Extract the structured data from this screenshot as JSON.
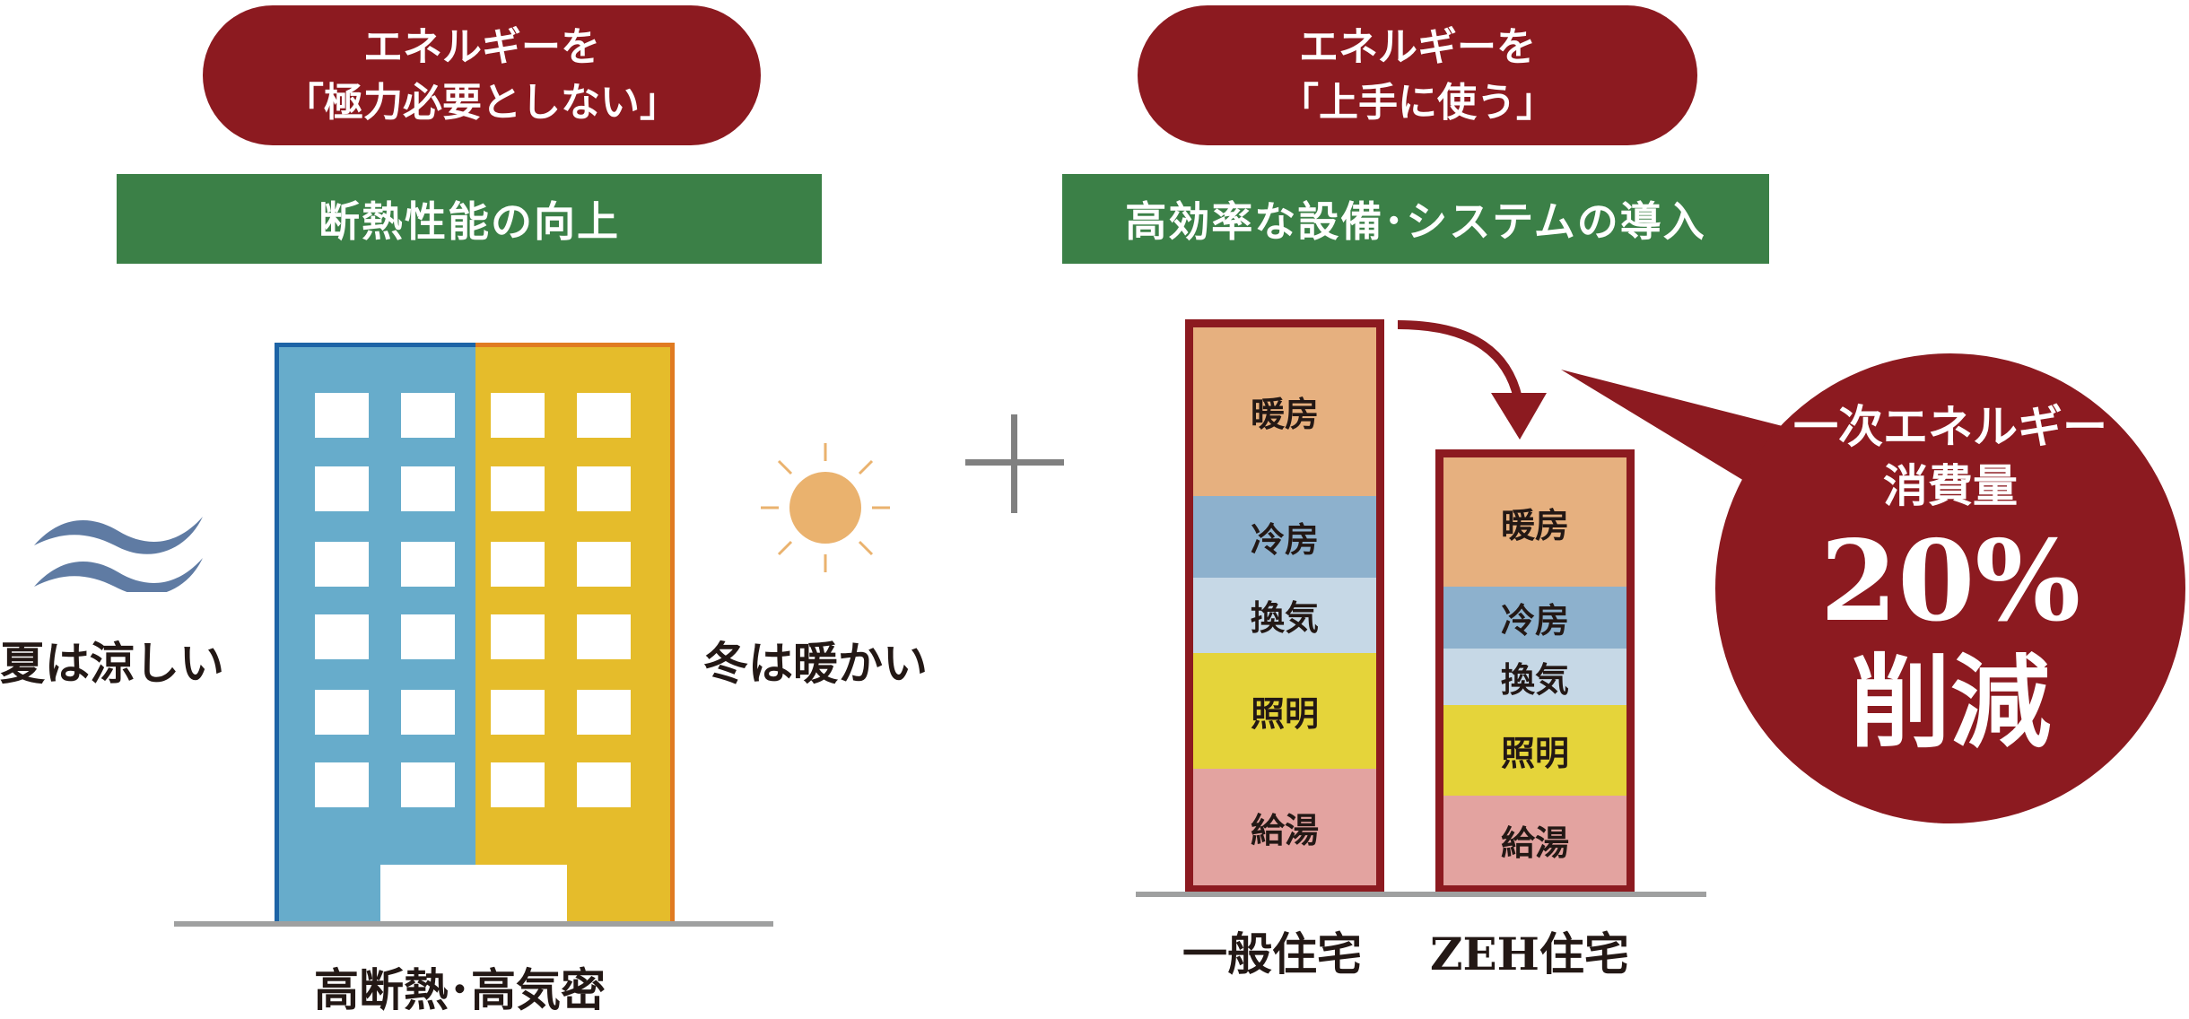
{
  "left": {
    "pill_line1": "エネルギーを",
    "pill_line2": "「極力必要としない」",
    "green_label": "断熱性能の向上",
    "summer_label": "夏は涼しい",
    "winter_label": "冬は暖かい",
    "building_caption": "高断熱･高気密"
  },
  "right": {
    "pill_line1": "エネルギーを",
    "pill_line2": "「上手に使う」",
    "green_label": "高効率な設備･システムの導入",
    "bars": [
      {
        "label": "一般住宅",
        "segments": [
          {
            "name": "暖房",
            "value": 29,
            "color": "#e6b07f"
          },
          {
            "name": "冷房",
            "value": 14,
            "color": "#8db1cd"
          },
          {
            "name": "換気",
            "value": 13,
            "color": "#c6d8e6"
          },
          {
            "name": "照明",
            "value": 20,
            "color": "#e5d43a"
          },
          {
            "name": "給湯",
            "value": 20,
            "color": "#e3a3a0"
          }
        ]
      },
      {
        "label": "ZEH住宅",
        "segments": [
          {
            "name": "暖房",
            "value": 23,
            "color": "#e6b07f"
          },
          {
            "name": "冷房",
            "value": 11,
            "color": "#8db1cd"
          },
          {
            "name": "換気",
            "value": 10,
            "color": "#c6d8e6"
          },
          {
            "name": "照明",
            "value": 16,
            "color": "#e5d43a"
          },
          {
            "name": "給湯",
            "value": 16,
            "color": "#e3a3a0"
          }
        ]
      }
    ],
    "circle_line1": "一次エネルギー",
    "circle_line2": "消費量",
    "circle_value": "20%",
    "circle_line4": "削減"
  },
  "plus_sign": "＋",
  "colors": {
    "accent": "#8c1a20",
    "green": "#3b8047",
    "building_blue": "#67accb",
    "building_yellow": "#e5bc2b",
    "sun": "#eab26e",
    "wave": "#5f7ba3"
  }
}
